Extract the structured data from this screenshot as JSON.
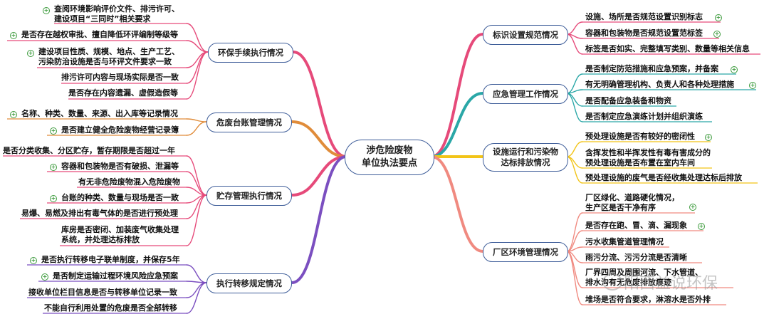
{
  "center": {
    "label": "涉危险废物\n单位执法要点",
    "color": "#3e5d99"
  },
  "branches": {
    "env": {
      "label": "环保手续执行情况",
      "color": "#e64a7a",
      "leaves": [
        "查阅环境影响评价文件、排污许可、\n建设项目“三同时”相关要求",
        "是否存在越权审批、擅自降低环评编制等级等",
        "建设项目性质、规模、地点、生产工艺、\n污染防治设施是否与环评文件要求一致",
        "排污许可内容与现场实际是否一致",
        "是否存在内容遗漏、虚假造假等"
      ]
    },
    "ledger": {
      "label": "危废台账管理情况",
      "color": "#e08c3a",
      "leaves": [
        "名称、种类、数量、来源、出入库等记录情况",
        "是否建立健全危险废物经营记录簿"
      ]
    },
    "storage": {
      "label": "贮存管理执行情况",
      "color": "#e64a7a",
      "leaves": [
        "是否分类收集、分区贮存，暂存期限是否超过一年",
        "容器和包装物是否有破损、泄漏等",
        "有无非危险废物混入危险废物",
        "台账的种类、数量与现场是否一致",
        "易爆、易燃及排出有毒气体的是否进行预处理",
        "库房是否密闭、加装废气收集处理\n系统，并处理达标排放"
      ]
    },
    "transfer": {
      "label": "执行转移规定情况",
      "color": "#7b4fc0",
      "leaves": [
        "是否执行转移电子联单制度，并保存5年",
        "是否制定运输过程环境风险应急预案",
        "接收单位栏目信息是否与转移单位记录一致",
        "不能自行利用处置的危废是否全部转移"
      ]
    },
    "marking": {
      "label": "标识设置规范情况",
      "color": "#e64a7a",
      "leaves": [
        "设施、场所是否规范设置识别标志",
        "容器和包装物是否规范设置范标签",
        "标签是否如实、完整填写类别、数量等相关信息"
      ]
    },
    "emergency": {
      "label": "应急管理工作情况",
      "color": "#2aa7a7",
      "leaves": [
        "是否制定防范措施和应急预案，并备案",
        "有无明确管理机构、负责人和各种处理措施",
        "是否配备应急装备和物资",
        "是否制定应急演练计划并组织演练"
      ]
    },
    "facility": {
      "label": "设施运行和污染物\n达标排放情况",
      "color": "#f2c418",
      "leaves": [
        "预处理设施是否有较好的密闭性",
        "含挥发性和半挥发性有毒有害成分的\n预处理设施是否布置在室内车间",
        "预处理设施的废气是否经收集处理达标后排放"
      ]
    },
    "plant": {
      "label": "厂区环境管理情况",
      "color": "#f08a80",
      "leaves": [
        "厂区绿化、道路硬化情况，\n生产区是否干净有序",
        "是否存在跑、冒、滴、漏现象",
        "污水收集管道管理情况",
        "雨污分流、污污分流是否清晰",
        "厂界四周及周围河流、下水管道、\n排水沟有无危废排放痕迹",
        "堆场是否符合要求，淋溶水是否外排"
      ]
    }
  },
  "plus_symbol": "+",
  "watermark": "阳西益说环保"
}
